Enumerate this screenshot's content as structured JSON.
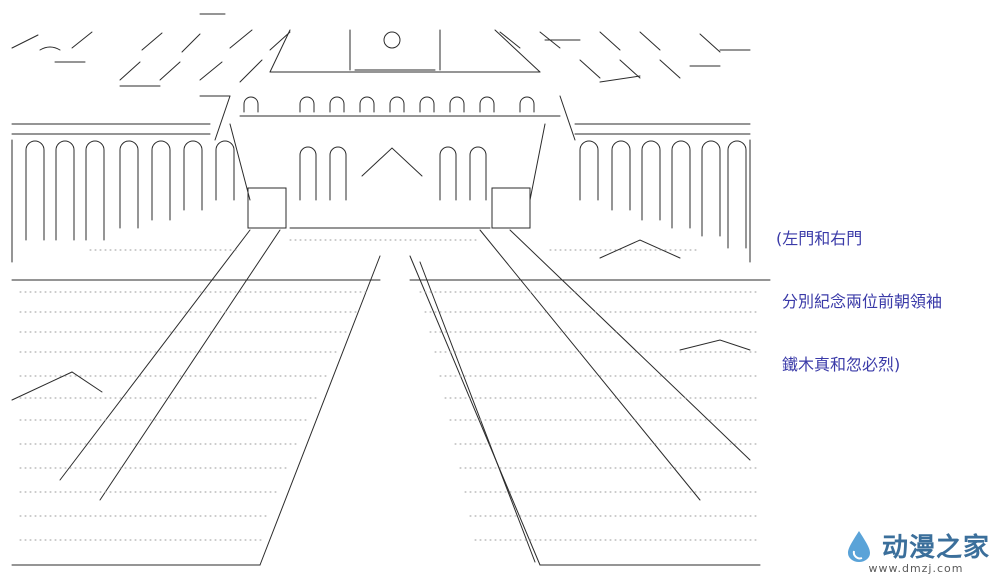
{
  "caption": {
    "line1": "(左門和右門",
    "line2": "分別紀念兩位前朝領袖",
    "line3": "鐵木真和忽必烈)"
  },
  "watermark": {
    "brand": "动漫之家",
    "url": "www.dmzj.com",
    "icon": "droplet-logo-icon"
  },
  "colors": {
    "caption": "#3a3aa8",
    "ink": "#2b2b2b",
    "watermark": "#3b6f9b"
  }
}
